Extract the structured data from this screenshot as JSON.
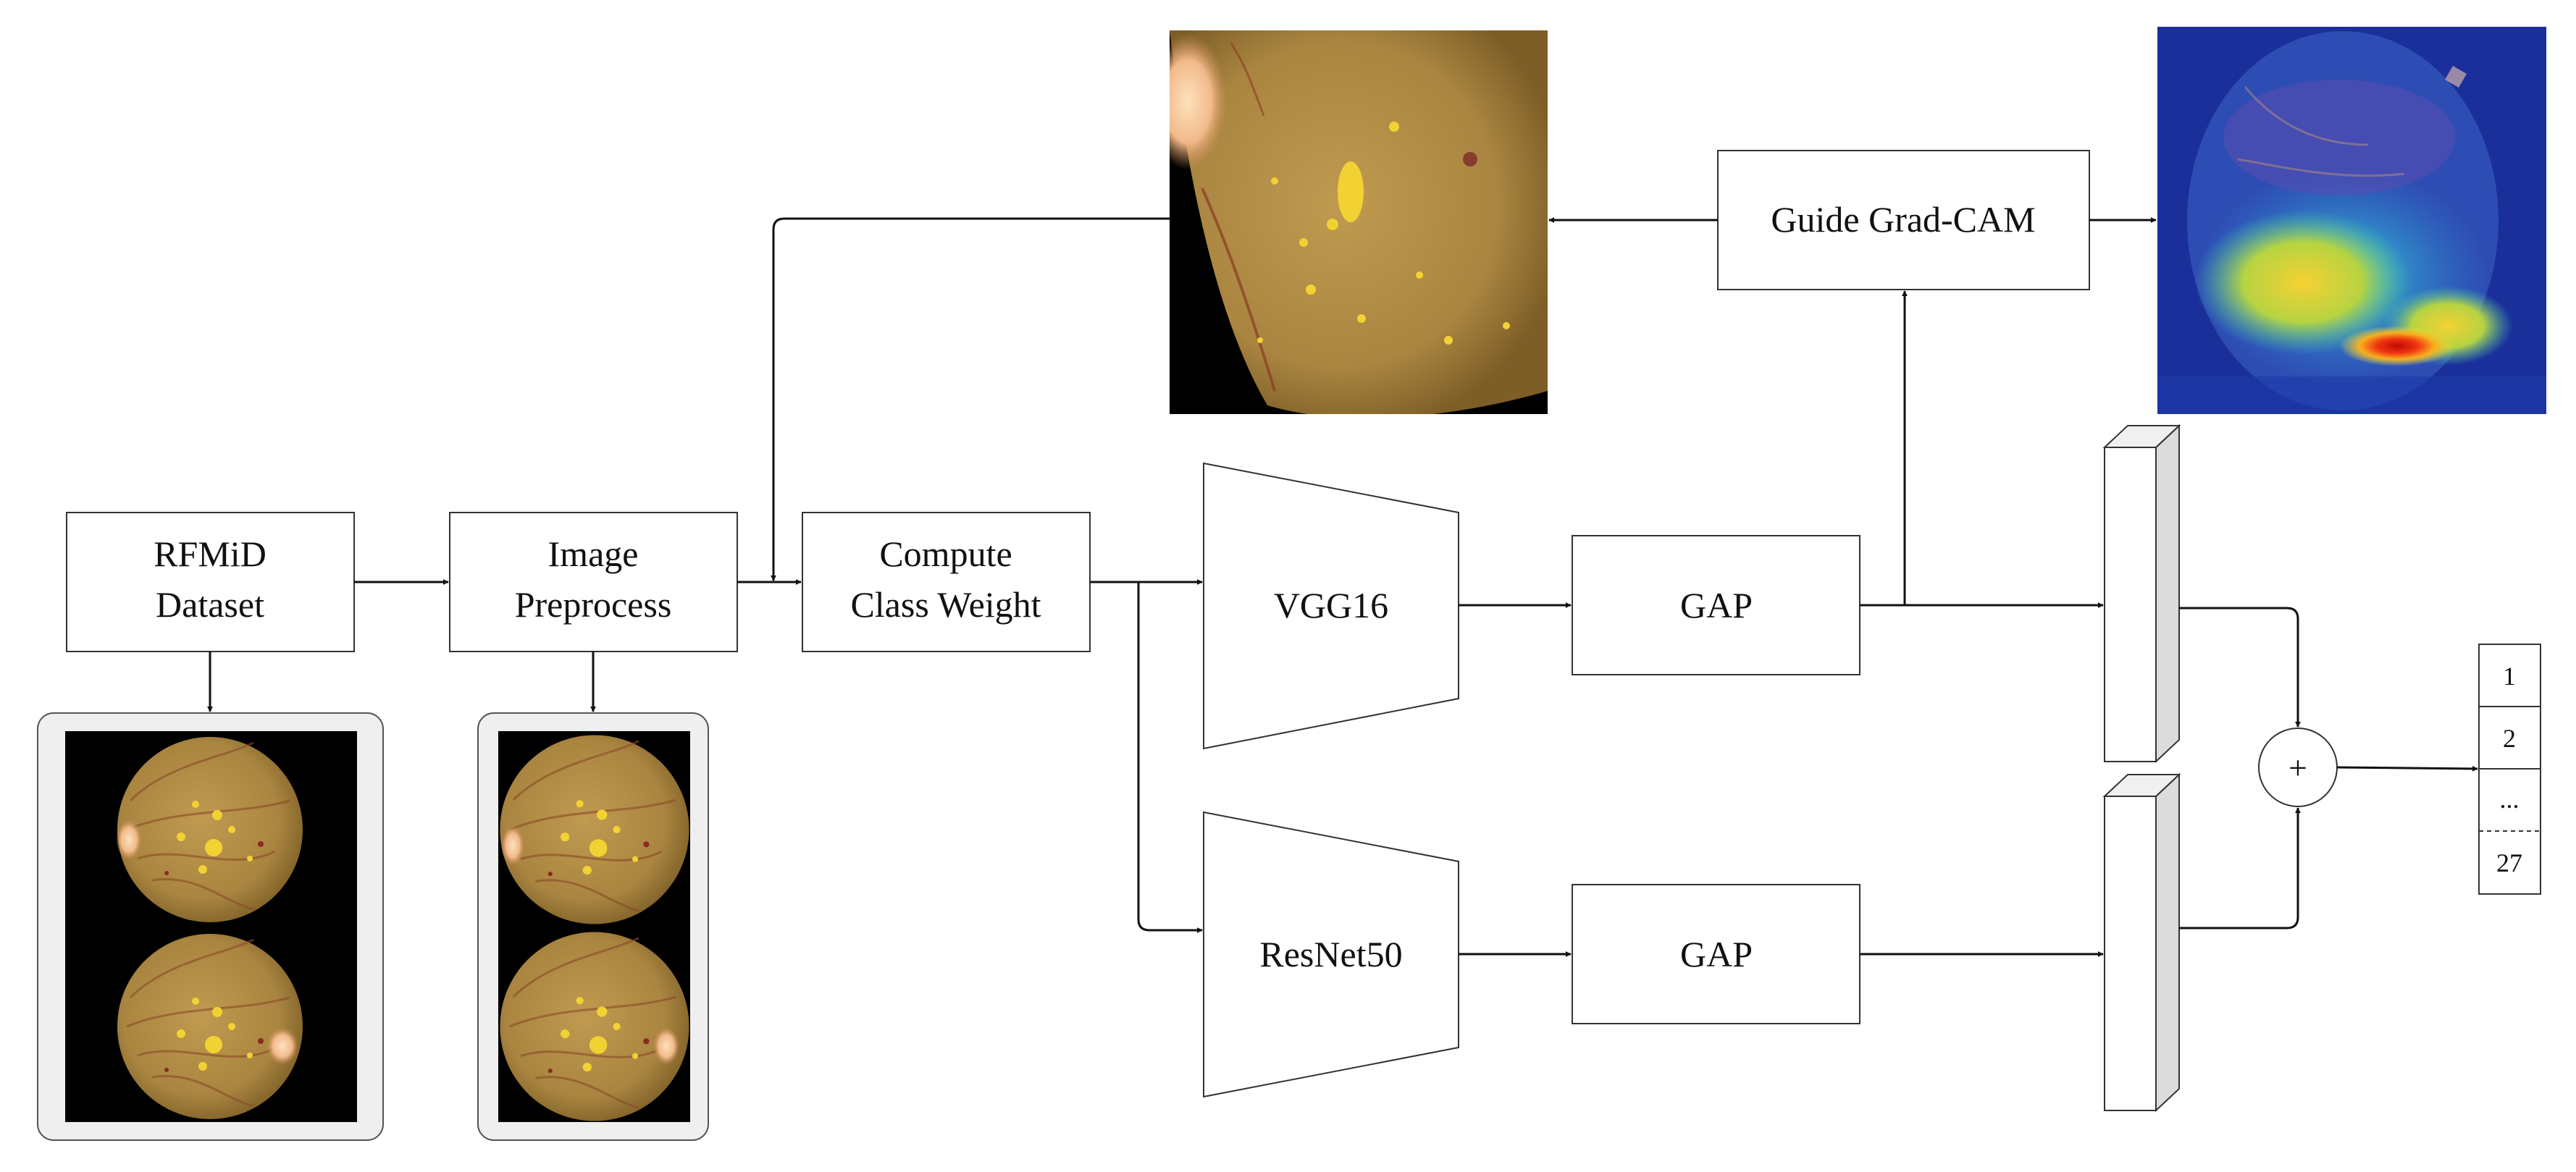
{
  "nodes": {
    "rfmid": {
      "line1": "RFMiD",
      "line2": "Dataset"
    },
    "preprocess": {
      "line1": "Image",
      "line2": "Preprocess"
    },
    "class_weight": {
      "line1": "Compute",
      "line2": "Class Weight"
    },
    "vgg16": {
      "label": "VGG16"
    },
    "resnet50": {
      "label": "ResNet50"
    },
    "gap_top": {
      "label": "GAP"
    },
    "gap_bottom": {
      "label": "GAP"
    },
    "gradcam": {
      "label": "Guide Grad-CAM"
    },
    "add": {
      "label": "+"
    }
  },
  "output_classes": [
    "1",
    "2",
    "...",
    "27"
  ],
  "images": {
    "fundus_closeup": "cropped fundus close-up",
    "heatmap": "grad-cam heatmap overlay",
    "dataset_samples": "fundus sample pair",
    "preprocessed_samples": "preprocessed fundus sample pair"
  },
  "colors": {
    "stroke": "#333333",
    "fundus_base": "#b08a45",
    "exudate": "#f2d233",
    "optic_disc": "#f4c59a",
    "heat_blue": "#1a2f9a",
    "heat_hot": "#e11a0e",
    "panel_bg": "#efefef",
    "feature_side": "#dcdcdc"
  }
}
